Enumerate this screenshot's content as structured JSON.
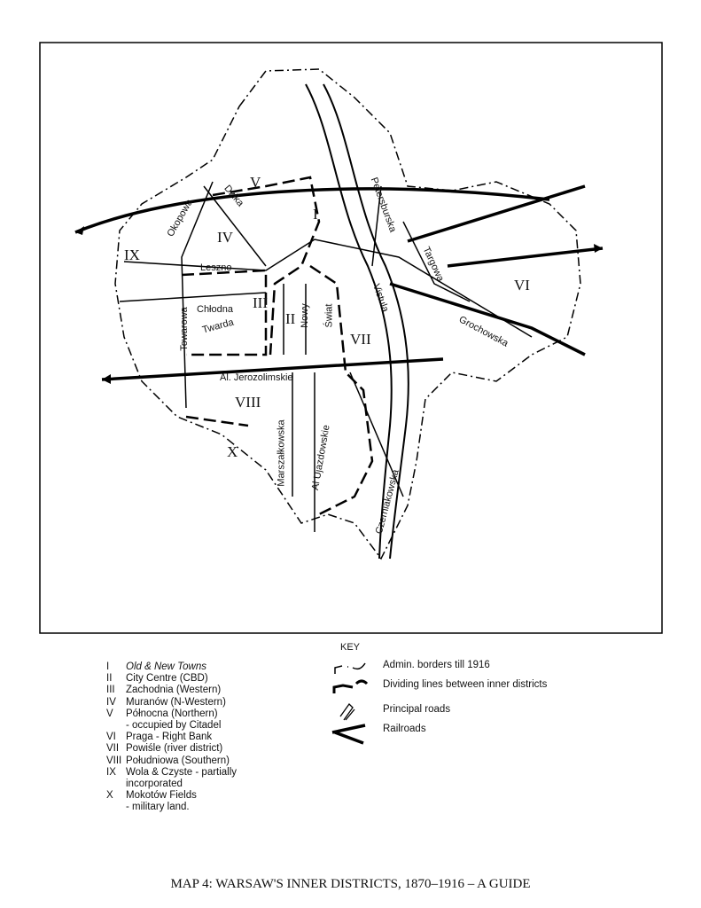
{
  "districts": [
    "I",
    "II",
    "III",
    "IV",
    "V",
    "VI",
    "VII",
    "VIII",
    "IX",
    "X"
  ],
  "streets": {
    "okopowa": "Okopowa",
    "dzika": "Dzika",
    "leszno": "Leszno",
    "chlodna": "Chłodna",
    "twarda": "Twarda",
    "towarowa": "Towarowa",
    "nowy": "Nowy",
    "swiat": "Świat",
    "vistula": "Vistula",
    "petersburska": "Petersburska",
    "targowa": "Targowa",
    "grochowska": "Grochowska",
    "jerozolimskie": "Al. Jerozolimskie",
    "marszalkowska": "Marszałkowska",
    "ujazdowskie": "Al Ujazdowskie",
    "czerniakowska": "Czerniakowska"
  },
  "key": {
    "title": "KEY",
    "items": [
      "Admin. borders till 1916",
      "Dividing lines between inner districts",
      "Principal roads",
      "Railroads"
    ]
  },
  "legend": [
    {
      "num": "I",
      "text": "Old & New Towns",
      "italic": true
    },
    {
      "num": "II",
      "text": "City Centre (CBD)"
    },
    {
      "num": "III",
      "text": "Zachodnia (Western)"
    },
    {
      "num": "IV",
      "text": "Muranów (N-Western)"
    },
    {
      "num": "V",
      "text": "Północna (Northern)"
    },
    {
      "num": "",
      "text": "- occupied by Citadel"
    },
    {
      "num": "VI",
      "text": "Praga - Right Bank"
    },
    {
      "num": "VII",
      "text": "Powiśle (river district)"
    },
    {
      "num": "VIII",
      "text": "Południowa (Southern)"
    },
    {
      "num": "IX",
      "text": "Wola & Czyste - partially"
    },
    {
      "num": "",
      "text": "incorporated"
    },
    {
      "num": "X",
      "text": "Mokotów Fields"
    },
    {
      "num": "",
      "text": "- military land."
    }
  ],
  "caption": "MAP 4:  WARSAW'S INNER DISTRICTS, 1870–1916 – A GUIDE"
}
